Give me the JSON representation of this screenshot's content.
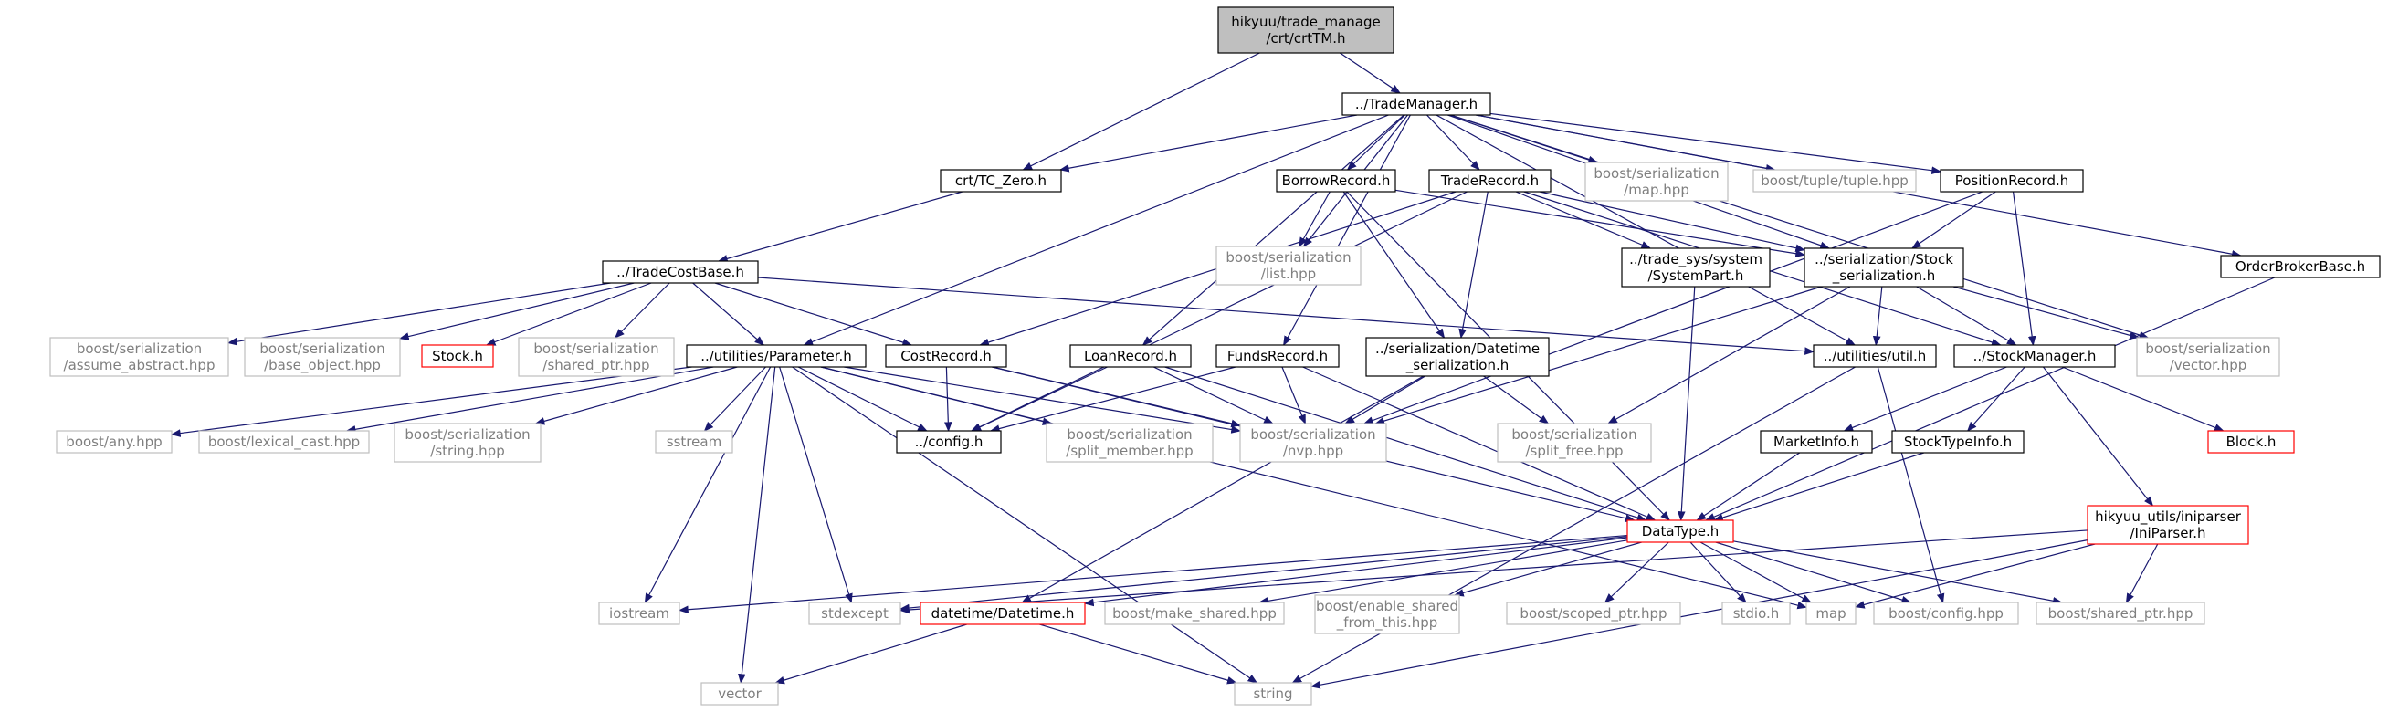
{
  "colors": {
    "edge": "#191970",
    "root_fill": "#bfbfbf",
    "root_border": "#000000",
    "local_border": "#000000",
    "external_border": "#bfbfbf",
    "missing_border": "#ff0000",
    "text": "#000000",
    "external_text": "#7f7f7f"
  },
  "nodes": [
    {
      "id": "root",
      "kind": "root",
      "lines": [
        "hikyuu/trade_manage",
        "/crt/crtTM.h"
      ]
    },
    {
      "id": "tm",
      "kind": "local",
      "lines": [
        "../TradeManager.h"
      ]
    },
    {
      "id": "tczero",
      "kind": "local",
      "lines": [
        "crt/TC_Zero.h"
      ]
    },
    {
      "id": "borrow",
      "kind": "local",
      "lines": [
        "BorrowRecord.h"
      ]
    },
    {
      "id": "trade",
      "kind": "local",
      "lines": [
        "TradeRecord.h"
      ]
    },
    {
      "id": "bmap",
      "kind": "external",
      "lines": [
        "boost/serialization",
        "/map.hpp"
      ]
    },
    {
      "id": "btuple",
      "kind": "external",
      "lines": [
        "boost/tuple/tuple.hpp"
      ]
    },
    {
      "id": "position",
      "kind": "local",
      "lines": [
        "PositionRecord.h"
      ]
    },
    {
      "id": "orderbroker",
      "kind": "local",
      "lines": [
        "OrderBrokerBase.h"
      ]
    },
    {
      "id": "blist",
      "kind": "external",
      "lines": [
        "boost/serialization",
        "/list.hpp"
      ]
    },
    {
      "id": "syspart",
      "kind": "local",
      "lines": [
        "../trade_sys/system",
        "/SystemPart.h"
      ]
    },
    {
      "id": "stockser",
      "kind": "local",
      "lines": [
        "../serialization/Stock",
        "_serialization.h"
      ]
    },
    {
      "id": "tcb",
      "kind": "local",
      "lines": [
        "../TradeCostBase.h"
      ]
    },
    {
      "id": "babstract",
      "kind": "external",
      "lines": [
        "boost/serialization",
        "/assume_abstract.hpp"
      ]
    },
    {
      "id": "bbase",
      "kind": "external",
      "lines": [
        "boost/serialization",
        "/base_object.hpp"
      ]
    },
    {
      "id": "stockh",
      "kind": "missing",
      "lines": [
        "Stock.h"
      ]
    },
    {
      "id": "bshptr",
      "kind": "external",
      "lines": [
        "boost/serialization",
        "/shared_ptr.hpp"
      ]
    },
    {
      "id": "param",
      "kind": "local",
      "lines": [
        "../utilities/Parameter.h"
      ]
    },
    {
      "id": "cost",
      "kind": "local",
      "lines": [
        "CostRecord.h"
      ]
    },
    {
      "id": "loan",
      "kind": "local",
      "lines": [
        "LoanRecord.h"
      ]
    },
    {
      "id": "funds",
      "kind": "local",
      "lines": [
        "FundsRecord.h"
      ]
    },
    {
      "id": "dtser",
      "kind": "local",
      "lines": [
        "../serialization/Datetime",
        "_serialization.h"
      ]
    },
    {
      "id": "util",
      "kind": "local",
      "lines": [
        "../utilities/util.h"
      ]
    },
    {
      "id": "stockmgr",
      "kind": "local",
      "lines": [
        "../StockManager.h"
      ]
    },
    {
      "id": "bvector",
      "kind": "external",
      "lines": [
        "boost/serialization",
        "/vector.hpp"
      ]
    },
    {
      "id": "bany",
      "kind": "external",
      "lines": [
        "boost/any.hpp"
      ]
    },
    {
      "id": "blexical",
      "kind": "external",
      "lines": [
        "boost/lexical_cast.hpp"
      ]
    },
    {
      "id": "bstring",
      "kind": "external",
      "lines": [
        "boost/serialization",
        "/string.hpp"
      ]
    },
    {
      "id": "sstream",
      "kind": "external",
      "lines": [
        "sstream"
      ]
    },
    {
      "id": "config",
      "kind": "local",
      "lines": [
        "../config.h"
      ]
    },
    {
      "id": "bsplitm",
      "kind": "external",
      "lines": [
        "boost/serialization",
        "/split_member.hpp"
      ]
    },
    {
      "id": "bnvp",
      "kind": "external",
      "lines": [
        "boost/serialization",
        "/nvp.hpp"
      ]
    },
    {
      "id": "bsplitf",
      "kind": "external",
      "lines": [
        "boost/serialization",
        "/split_free.hpp"
      ]
    },
    {
      "id": "market",
      "kind": "local",
      "lines": [
        "MarketInfo.h"
      ]
    },
    {
      "id": "stype",
      "kind": "local",
      "lines": [
        "StockTypeInfo.h"
      ]
    },
    {
      "id": "block",
      "kind": "missing",
      "lines": [
        "Block.h"
      ]
    },
    {
      "id": "datatype",
      "kind": "missing",
      "lines": [
        "DataType.h"
      ]
    },
    {
      "id": "ini",
      "kind": "missing",
      "lines": [
        "hikyuu_utils/iniparser",
        "/IniParser.h"
      ]
    },
    {
      "id": "iostream",
      "kind": "external",
      "lines": [
        "iostream"
      ]
    },
    {
      "id": "stdexcept",
      "kind": "external",
      "lines": [
        "stdexcept"
      ]
    },
    {
      "id": "datetime",
      "kind": "missing",
      "lines": [
        "datetime/Datetime.h"
      ]
    },
    {
      "id": "bmakeshared",
      "kind": "external",
      "lines": [
        "boost/make_shared.hpp"
      ]
    },
    {
      "id": "benable",
      "kind": "external",
      "lines": [
        "boost/enable_shared",
        "_from_this.hpp"
      ]
    },
    {
      "id": "bscoped",
      "kind": "external",
      "lines": [
        "boost/scoped_ptr.hpp"
      ]
    },
    {
      "id": "stdio",
      "kind": "external",
      "lines": [
        "stdio.h"
      ]
    },
    {
      "id": "map",
      "kind": "external",
      "lines": [
        "map"
      ]
    },
    {
      "id": "bconfig",
      "kind": "external",
      "lines": [
        "boost/config.hpp"
      ]
    },
    {
      "id": "bshared",
      "kind": "external",
      "lines": [
        "boost/shared_ptr.hpp"
      ]
    },
    {
      "id": "vector",
      "kind": "external",
      "lines": [
        "vector"
      ]
    },
    {
      "id": "string",
      "kind": "external",
      "lines": [
        "string"
      ]
    }
  ],
  "edges": [
    [
      "root",
      "tm"
    ],
    [
      "root",
      "tczero"
    ],
    [
      "tm",
      "tczero"
    ],
    [
      "tm",
      "borrow"
    ],
    [
      "tm",
      "trade"
    ],
    [
      "tm",
      "bmap"
    ],
    [
      "tm",
      "btuple"
    ],
    [
      "tm",
      "position"
    ],
    [
      "tm",
      "orderbroker"
    ],
    [
      "tm",
      "blist"
    ],
    [
      "tm",
      "param"
    ],
    [
      "tm",
      "loan"
    ],
    [
      "tm",
      "funds"
    ],
    [
      "tm",
      "util"
    ],
    [
      "tm",
      "bvector"
    ],
    [
      "tm",
      "stockser"
    ],
    [
      "tczero",
      "tcb"
    ],
    [
      "borrow",
      "blist"
    ],
    [
      "borrow",
      "stockser"
    ],
    [
      "borrow",
      "dtser"
    ],
    [
      "borrow",
      "datatype"
    ],
    [
      "trade",
      "syspart"
    ],
    [
      "trade",
      "stockser"
    ],
    [
      "trade",
      "stockmgr"
    ],
    [
      "trade",
      "dtser"
    ],
    [
      "trade",
      "cost"
    ],
    [
      "trade",
      "config"
    ],
    [
      "position",
      "stockser"
    ],
    [
      "position",
      "stockmgr"
    ],
    [
      "position",
      "bnvp"
    ],
    [
      "orderbroker",
      "datatype"
    ],
    [
      "syspart",
      "datatype"
    ],
    [
      "stockser",
      "util"
    ],
    [
      "stockser",
      "stockmgr"
    ],
    [
      "stockser",
      "bvector"
    ],
    [
      "stockser",
      "bsplitf"
    ],
    [
      "stockser",
      "bnvp"
    ],
    [
      "tcb",
      "babstract"
    ],
    [
      "tcb",
      "bbase"
    ],
    [
      "tcb",
      "stockh"
    ],
    [
      "tcb",
      "bshptr"
    ],
    [
      "tcb",
      "param"
    ],
    [
      "tcb",
      "cost"
    ],
    [
      "tcb",
      "util"
    ],
    [
      "param",
      "bany"
    ],
    [
      "param",
      "blexical"
    ],
    [
      "param",
      "bstring"
    ],
    [
      "param",
      "sstream"
    ],
    [
      "param",
      "config"
    ],
    [
      "param",
      "bsplitm"
    ],
    [
      "param",
      "bnvp"
    ],
    [
      "param",
      "iostream"
    ],
    [
      "param",
      "stdexcept"
    ],
    [
      "param",
      "vector"
    ],
    [
      "param",
      "string"
    ],
    [
      "param",
      "map"
    ],
    [
      "cost",
      "config"
    ],
    [
      "cost",
      "bnvp"
    ],
    [
      "cost",
      "datatype"
    ],
    [
      "loan",
      "config"
    ],
    [
      "loan",
      "bnvp"
    ],
    [
      "loan",
      "datatype"
    ],
    [
      "funds",
      "config"
    ],
    [
      "funds",
      "bnvp"
    ],
    [
      "funds",
      "datatype"
    ],
    [
      "dtser",
      "bnvp"
    ],
    [
      "dtser",
      "bsplitf"
    ],
    [
      "dtser",
      "datetime"
    ],
    [
      "util",
      "bconfig"
    ],
    [
      "util",
      "string"
    ],
    [
      "stockmgr",
      "market"
    ],
    [
      "stockmgr",
      "stype"
    ],
    [
      "stockmgr",
      "block"
    ],
    [
      "stockmgr",
      "ini"
    ],
    [
      "market",
      "datatype"
    ],
    [
      "stype",
      "datatype"
    ],
    [
      "ini",
      "map"
    ],
    [
      "ini",
      "bshared"
    ],
    [
      "ini",
      "string"
    ],
    [
      "ini",
      "stdexcept"
    ],
    [
      "datatype",
      "iostream"
    ],
    [
      "datatype",
      "stdexcept"
    ],
    [
      "datatype",
      "datetime"
    ],
    [
      "datatype",
      "bmakeshared"
    ],
    [
      "datatype",
      "benable"
    ],
    [
      "datatype",
      "bscoped"
    ],
    [
      "datatype",
      "stdio"
    ],
    [
      "datatype",
      "map"
    ],
    [
      "datatype",
      "bconfig"
    ],
    [
      "datatype",
      "bshared"
    ],
    [
      "datetime",
      "vector"
    ],
    [
      "datetime",
      "string"
    ]
  ]
}
